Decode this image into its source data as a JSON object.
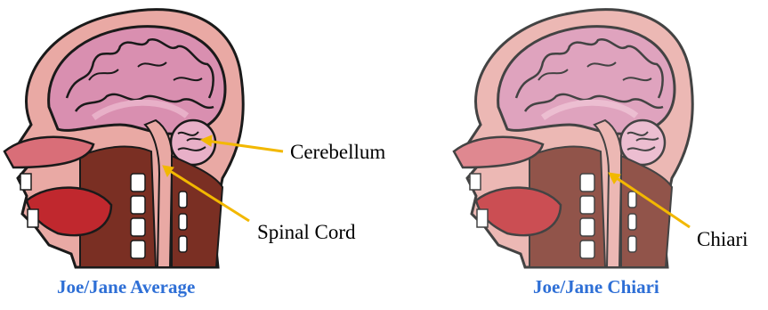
{
  "colors": {
    "skin": "#e9a9a4",
    "outline": "#1a1a1a",
    "brain": "#d98fb0",
    "brain_light": "#e8b0c8",
    "tissue": "#7a2f23",
    "tissue_dark": "#4e1a12",
    "bone": "#ffffff",
    "mouth": "#c0282e",
    "arrow": "#f2b800",
    "caption": "#2e6fd6"
  },
  "left": {
    "caption": "Joe/Jane Average",
    "labels": {
      "cerebellum": "Cerebellum",
      "spinal_cord": "Spinal Cord"
    }
  },
  "right": {
    "caption": "Joe/Jane Chiari",
    "labels": {
      "chiari": "Chiari"
    }
  }
}
